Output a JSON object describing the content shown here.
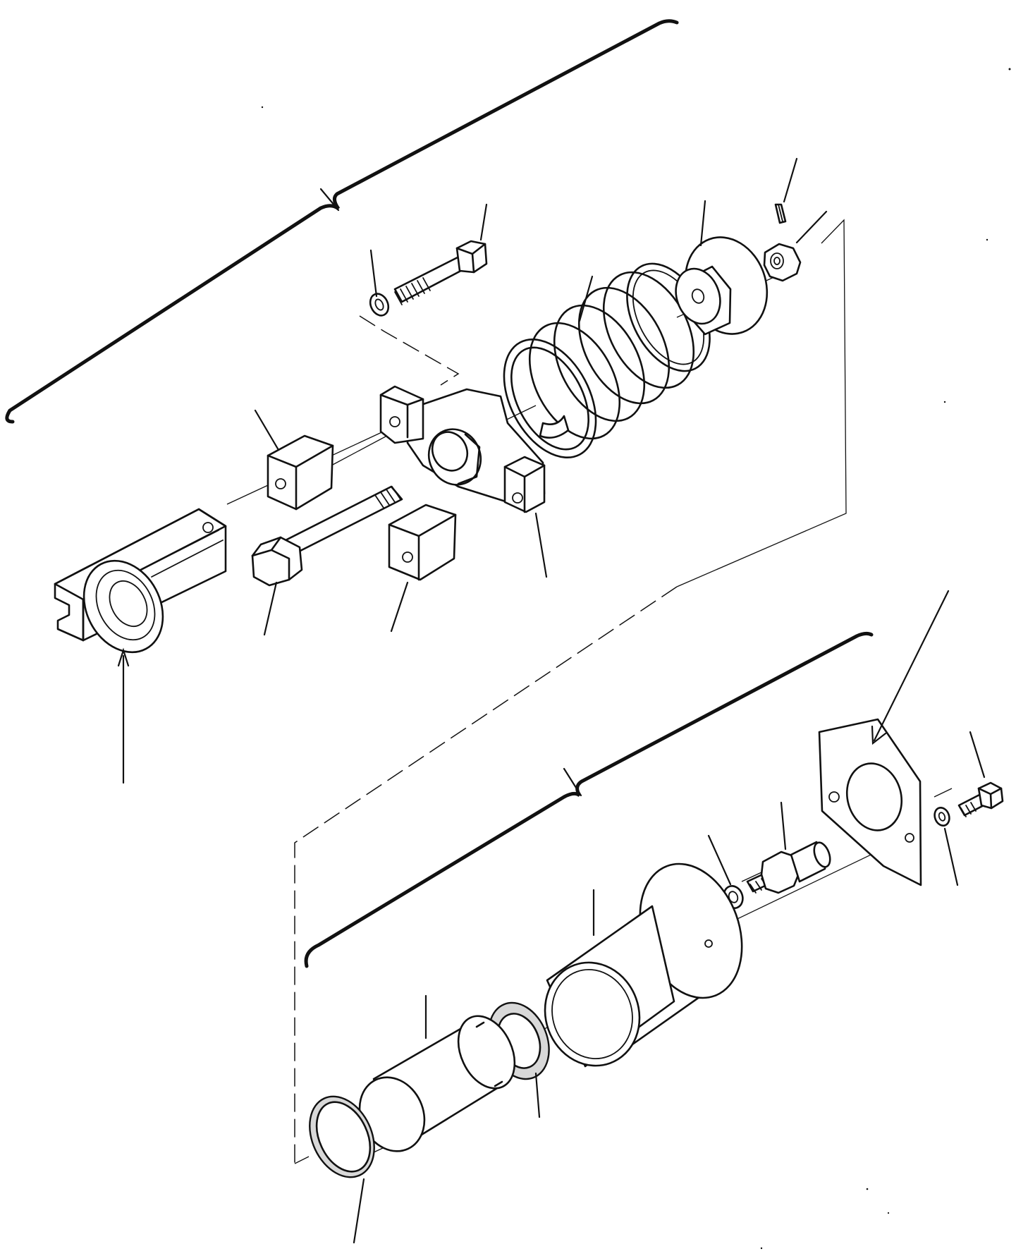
{
  "figure": {
    "kind": "exploded parts view",
    "colors": {
      "ink": "#111111",
      "paper": "#ffffff",
      "seal_fill": "#d8d8d8"
    },
    "parts": [
      {
        "id": "yoke",
        "icon": "yoke-block-icon"
      },
      {
        "id": "long-bolt",
        "icon": "hex-bolt-icon"
      },
      {
        "id": "spacer-block-upper",
        "icon": "cube-icon"
      },
      {
        "id": "spacer-block-lower",
        "icon": "cube-icon"
      },
      {
        "id": "spring-bracket",
        "icon": "flanged-bracket-icon"
      },
      {
        "id": "cap-screw-upper",
        "icon": "cap-screw-icon"
      },
      {
        "id": "lock-washer-upper",
        "icon": "washer-icon"
      },
      {
        "id": "recoil-spring",
        "icon": "coil-spring-icon"
      },
      {
        "id": "spring-retainer",
        "icon": "retainer-cup-icon"
      },
      {
        "id": "slotted-nut",
        "icon": "slotted-nut-icon"
      },
      {
        "id": "cotter-pin",
        "icon": "cotter-pin-icon"
      },
      {
        "id": "piston",
        "icon": "piston-icon"
      },
      {
        "id": "piston-seal",
        "icon": "seal-ring-icon"
      },
      {
        "id": "rod-seal",
        "icon": "seal-ring-icon"
      },
      {
        "id": "cylinder",
        "icon": "flanged-cylinder-icon"
      },
      {
        "id": "grease-fitting-washer",
        "icon": "washer-icon"
      },
      {
        "id": "grease-fitting",
        "icon": "grease-fitting-icon"
      },
      {
        "id": "gasket",
        "icon": "gasket-plate-icon"
      },
      {
        "id": "lock-washer-lower",
        "icon": "washer-icon"
      },
      {
        "id": "cap-screw-lower",
        "icon": "cap-screw-icon"
      }
    ],
    "callout_count": 20
  }
}
